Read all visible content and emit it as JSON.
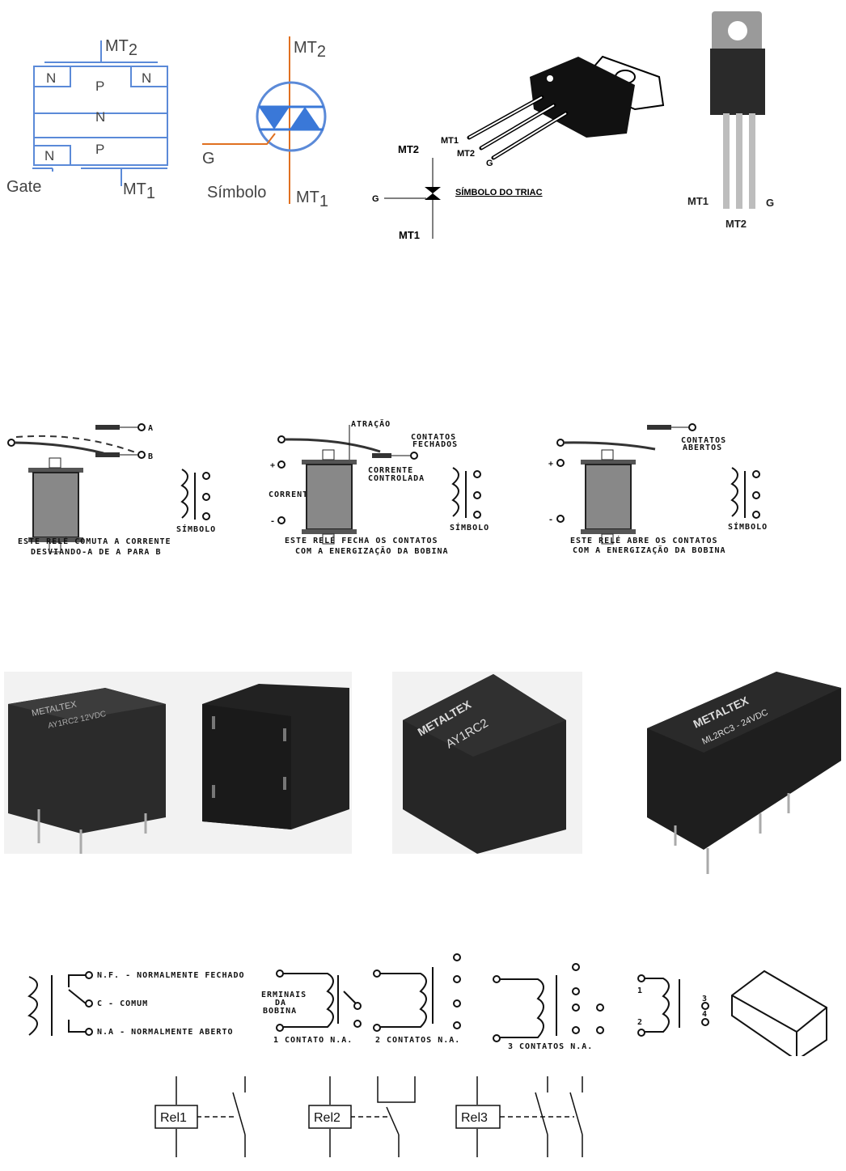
{
  "triac_structure": {
    "layers": [
      "N",
      "P",
      "N",
      "N",
      "P",
      "N"
    ],
    "mt2_label": "MT",
    "mt2_sub": "2",
    "mt1_label": "MT",
    "mt1_sub": "1",
    "gate_label": "Gate"
  },
  "triac_symbol_blue": {
    "mt2_label": "MT",
    "mt2_sub": "2",
    "mt1_label": "MT",
    "mt1_sub": "1",
    "g_label": "G",
    "caption": "Símbolo"
  },
  "triac_package": {
    "pins": [
      "MT1",
      "MT2",
      "G"
    ],
    "symbol_mt2": "MT2",
    "symbol_mt1": "MT1",
    "symbol_g": "G",
    "symbol_caption": "SÍMBOLO DO TRIAC"
  },
  "triac_photo": {
    "mt1": "MT1",
    "mt2": "MT2",
    "g": "G"
  },
  "relay_diagrams": [
    {
      "labels": [
        "A",
        "B",
        "SÍMBOLO"
      ],
      "caption_1": "ESTE RELÉ COMUTA A CORRENTE",
      "caption_2": "DESVIANDO-A DE A PARA B"
    },
    {
      "labels": [
        "ATRAÇÃO",
        "CONTATOS",
        "FECHADOS",
        "CORRENTE",
        "CONTROLADA",
        "CORRENTE",
        "+",
        "-",
        "SÍMBOLO"
      ],
      "caption_1": "ESTE RELÉ FECHA OS CONTATOS",
      "caption_2": "COM A ENERGIZAÇÃO DA BOBINA"
    },
    {
      "labels": [
        "CONTATOS",
        "ABERTOS",
        "+",
        "-",
        "SÍMBOLO"
      ],
      "caption_1": "ESTE RELÉ ABRE OS CONTATOS",
      "caption_2": "COM A ENERGIZAÇÃO DA BOBINA"
    }
  ],
  "relay_photos": [
    {
      "brand": "METALTEX",
      "model": "AY1RC2 12VDC"
    },
    {
      "brand": "",
      "model": ""
    },
    {
      "brand": "METALTEX",
      "model": "AY1RC2"
    },
    {
      "brand": "METALTEX",
      "model": "ML2RC3 - 24VDC"
    }
  ],
  "contact_types": {
    "nf": "N.F. - NORMALMENTE FECHADO",
    "c": "C   - COMUM",
    "na": "N.A - NORMALMENTE ABERTO",
    "terminals": [
      "ERMINAIS",
      "DA",
      "BOBINA"
    ],
    "one": "1 CONTATO  N.A.",
    "two": "2 CONTATOS  N.A.",
    "three": "3 CONTATOS  N.A.",
    "pins": [
      "1",
      "2",
      "3",
      "4"
    ]
  },
  "relay_boxes": [
    "Rel1",
    "Rel2",
    "Rel3"
  ]
}
